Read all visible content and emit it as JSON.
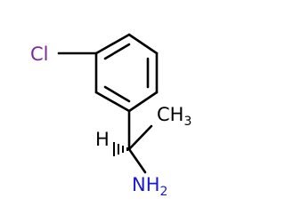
{
  "molecule": {
    "atoms": {
      "cl": {
        "element": "Cl",
        "color": "#7a2a9a"
      },
      "ch3": {
        "element": "CH",
        "sub": "3",
        "color": "#000000"
      },
      "h": {
        "element": "H",
        "color": "#000000"
      },
      "nh2": {
        "element": "NH",
        "sub": "2",
        "color": "#1a1acc"
      }
    },
    "stereo": "hashed-wedge"
  }
}
